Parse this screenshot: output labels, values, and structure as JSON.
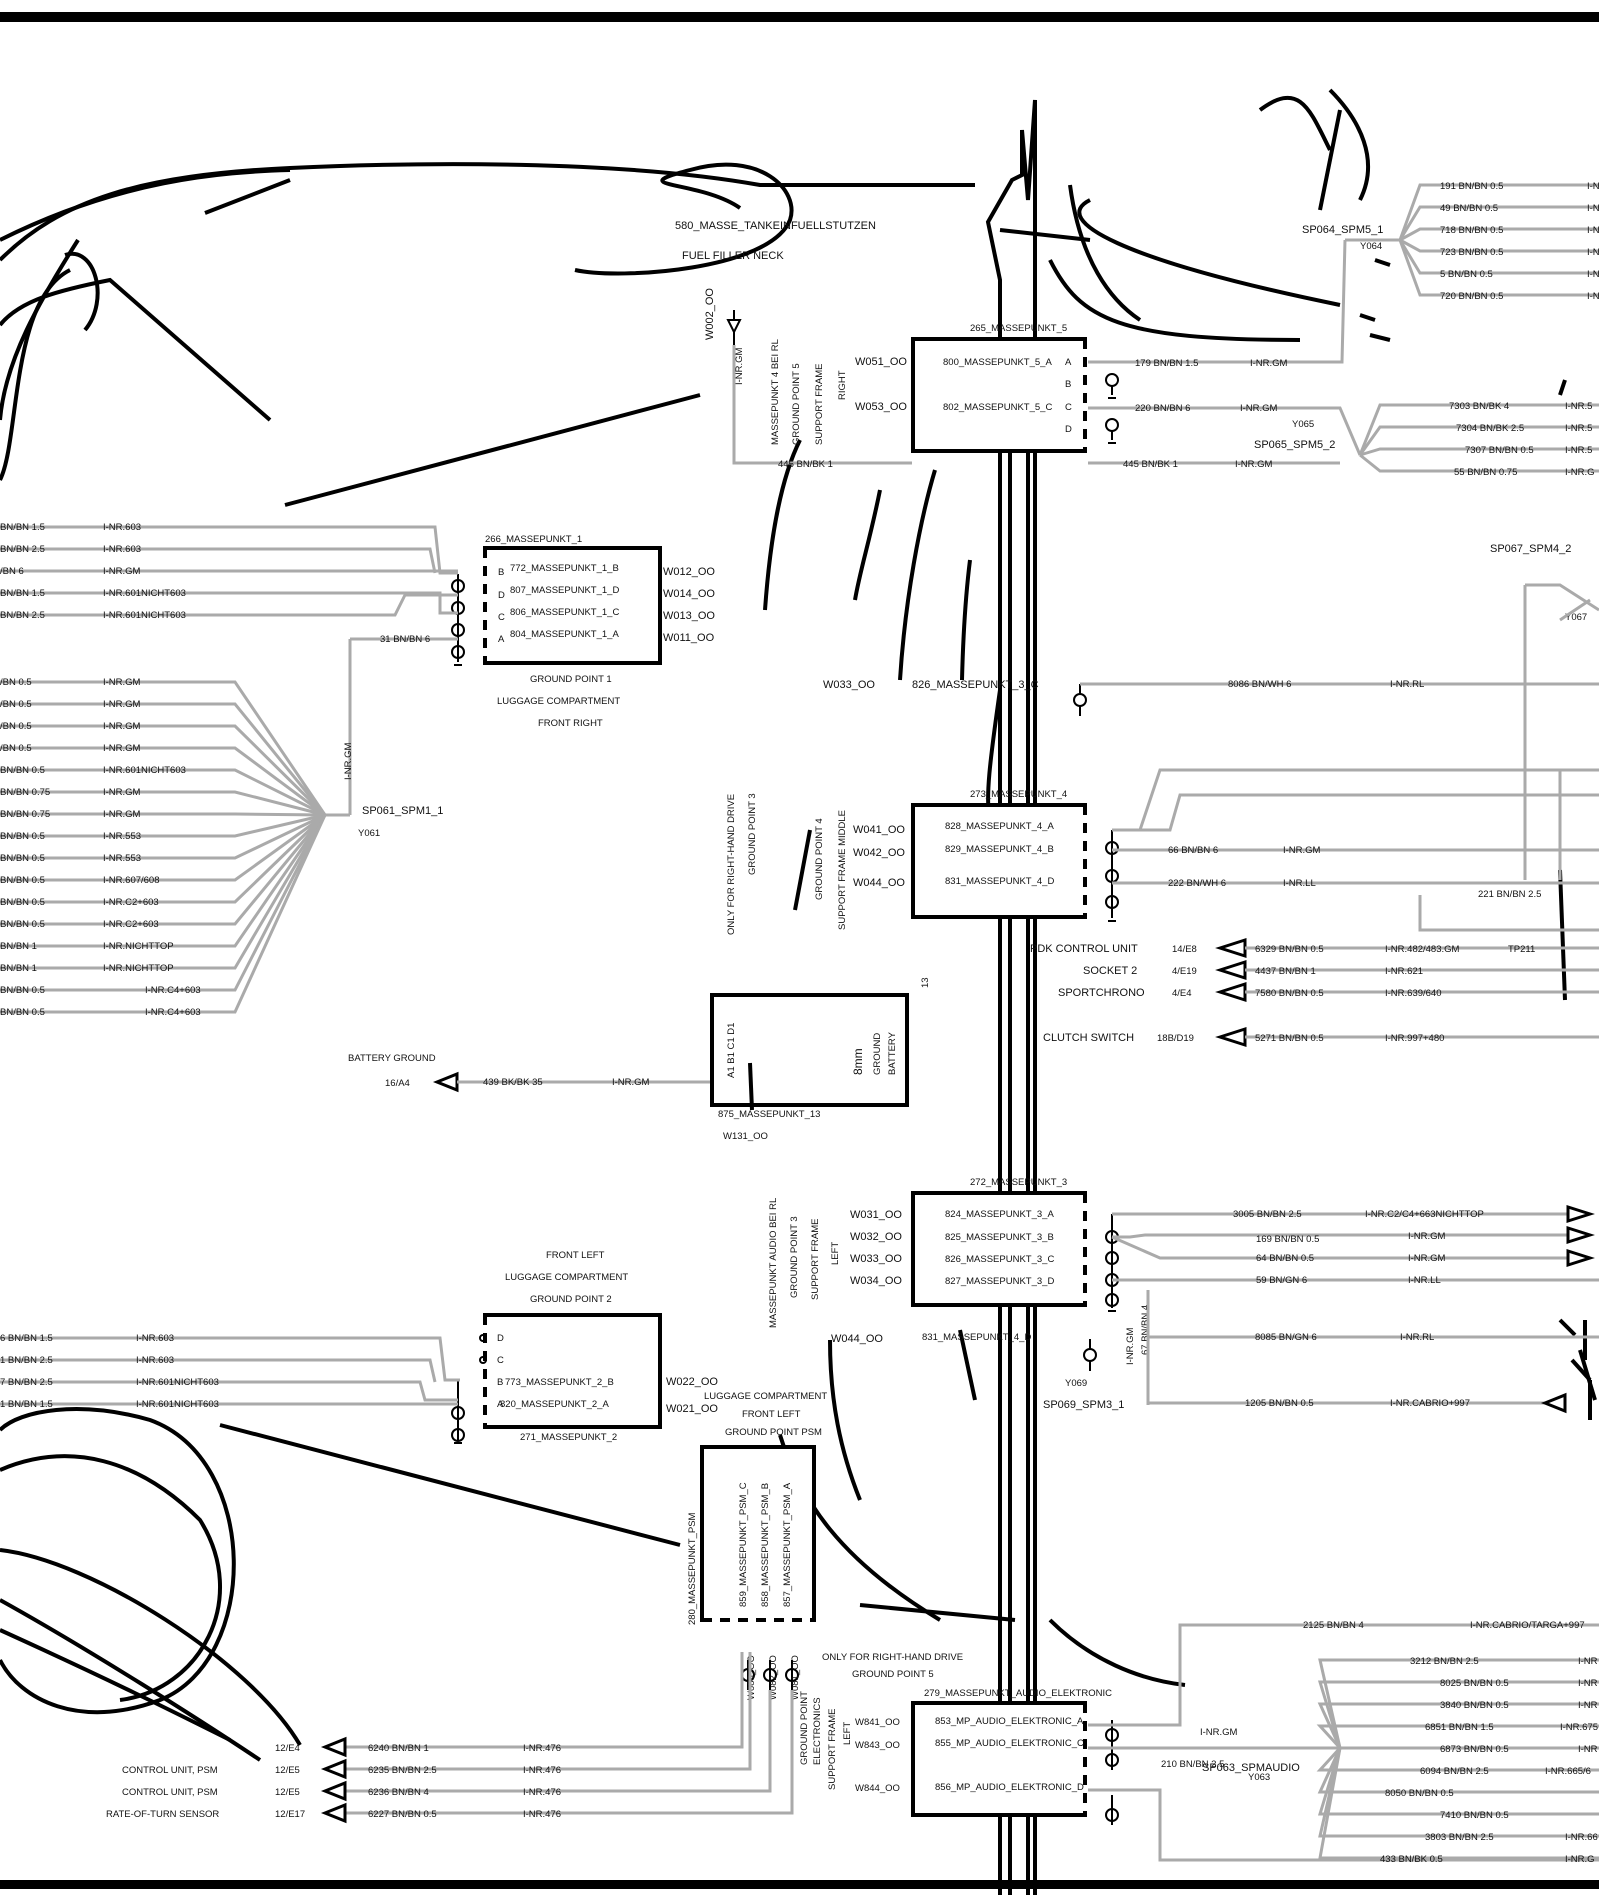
{
  "top_labels": {
    "filler_name": "580_MASSE_TANKEINFUELLSTUTZEN",
    "filler_desc": "FUEL FILLER NECK",
    "w002": "W002_OO",
    "w002_wire": "I-NR.GM",
    "gp5_desc": [
      "MASSEPUNKT 4 BEI RL",
      "GROUND POINT 5",
      "SUPPORT FRAME",
      "RIGHT"
    ],
    "gp5_wire": "445 BN/BK 1"
  },
  "gp5": {
    "title": "265_MASSEPUNKT_5",
    "rows": [
      {
        "w": "W051_OO",
        "name": "800_MASSEPUNKT_5_A",
        "pin": "A"
      },
      {
        "w": "",
        "name": "",
        "pin": "B"
      },
      {
        "w": "W053_OO",
        "name": "802_MASSEPUNKT_5_C",
        "pin": "C"
      },
      {
        "w": "",
        "name": "",
        "pin": "D"
      }
    ],
    "wires": [
      {
        "code": "179 BN/BN 1.5",
        "nr": "I-NR.GM"
      },
      {
        "code": "220 BN/BN 6",
        "nr": "I-NR.GM"
      },
      {
        "code": "445 BN/BK 1",
        "nr": "I-NR.GM"
      }
    ]
  },
  "spm5_1": {
    "name": "SP064_SPM5_1",
    "id": "Y064",
    "wires": [
      "191 BN/BN 0.5",
      "49 BN/BN 0.5",
      "718 BN/BN 0.5",
      "723 BN/BN 0.5",
      "5 BN/BN 0.5",
      "720 BN/BN 0.5"
    ],
    "nr": "I-N"
  },
  "spm5_2": {
    "name": "SP065_SPM5_2",
    "id": "Y065",
    "wires": [
      {
        "code": "7303 BN/BK 4",
        "nr": "I-NR.5"
      },
      {
        "code": "7304 BN/BK 2.5",
        "nr": "I-NR.5"
      },
      {
        "code": "7307 BN/BN 0.5",
        "nr": "I-NR.5"
      },
      {
        "code": "55 BN/BN 0.75",
        "nr": "I-NR.G"
      }
    ]
  },
  "spm4_2": {
    "name": "SP067_SPM4_2",
    "id": "Y067"
  },
  "gp1": {
    "title": "266_MASSEPUNKT_1",
    "rows": [
      {
        "pin": "B",
        "name": "772_MASSEPUNKT_1_B",
        "w": "W012_OO"
      },
      {
        "pin": "D",
        "name": "807_MASSEPUNKT_1_D",
        "w": "W014_OO"
      },
      {
        "pin": "C",
        "name": "806_MASSEPUNKT_1_C",
        "w": "W013_OO"
      },
      {
        "pin": "A",
        "name": "804_MASSEPUNKT_1_A",
        "w": "W011_OO"
      }
    ],
    "desc": [
      "GROUND POINT 1",
      "LUGGAGE COMPARTMENT",
      "FRONT RIGHT"
    ],
    "wire31": "31 BN/BN 6",
    "left_wires": [
      {
        "code": "BN/BN 1.5",
        "nr": "I-NR.603"
      },
      {
        "code": "BN/BN 2.5",
        "nr": "I-NR.603"
      },
      {
        "code": "/BN 6",
        "nr": "I-NR.GM"
      },
      {
        "code": "BN/BN 1.5",
        "nr": "I-NR.601NICHT603"
      },
      {
        "code": "BN/BN 2.5",
        "nr": "I-NR.601NICHT603"
      }
    ]
  },
  "spm1": {
    "name": "SP061_SPM1_1",
    "id": "Y061",
    "trunk": "I-NR.GM",
    "wires": [
      {
        "code": "/BN 0.5",
        "nr": "I-NR.GM"
      },
      {
        "code": "/BN 0.5",
        "nr": "I-NR.GM"
      },
      {
        "code": "/BN 0.5",
        "nr": "I-NR.GM"
      },
      {
        "code": "/BN 0.5",
        "nr": "I-NR.GM"
      },
      {
        "code": "BN/BN 0.5",
        "nr": "I-NR.601NICHT603"
      },
      {
        "code": "BN/BN 0.75",
        "nr": "I-NR.GM"
      },
      {
        "code": "BN/BN 0.75",
        "nr": "I-NR.GM"
      },
      {
        "code": "BN/BN 0.5",
        "nr": "I-NR.553"
      },
      {
        "code": "BN/BN 0.5",
        "nr": "I-NR.553"
      },
      {
        "code": "BN/BN 0.5",
        "nr": "I-NR.607/608"
      },
      {
        "code": "BN/BN 0.5",
        "nr": "I-NR.C2+603"
      },
      {
        "code": "BN/BN 0.5",
        "nr": "I-NR.C2+603"
      },
      {
        "code": "BN/BN 1",
        "nr": "I-NR.NICHTTOP"
      },
      {
        "code": "BN/BN 1",
        "nr": "I-NR.NICHTTOP"
      },
      {
        "code": "BN/BN 0.5",
        "nr": "I-NR.C4+603"
      },
      {
        "code": "BN/BN 0.5",
        "nr": "I-NR.C4+603"
      }
    ]
  },
  "gp3_826": {
    "w": "W033_OO",
    "name": "826_MASSEPUNKT_3_C",
    "code": "8086 BN/WH 6",
    "nr": "I-NR.RL"
  },
  "gp4": {
    "title": "273_MASSEPUNKT_4",
    "desc": [
      "GROUND POINT 4",
      "SUPPORT FRAME  MIDDLE"
    ],
    "rhd": [
      "ONLY FOR RIGHT-HAND DRIVE",
      "GROUND POINT 3"
    ],
    "rows": [
      {
        "w": "W041_OO",
        "name": "828_MASSEPUNKT_4_A"
      },
      {
        "w": "W042_OO",
        "name": "829_MASSEPUNKT_4_B"
      },
      {
        "w": "W044_OO",
        "name": "831_MASSEPUNKT_4_D"
      }
    ],
    "wires": [
      {
        "code": "66 BN/BN 6",
        "nr": "I-NR.GM"
      },
      {
        "code": "222 BN/WH 6",
        "nr": "I-NR.LL"
      },
      {
        "code": "221 BN/BN 2.5",
        "nr": ""
      }
    ]
  },
  "connectors": [
    {
      "label": "PDK CONTROL UNIT",
      "pos": "14/E8",
      "code": "6329 BN/BN 0.5",
      "nr": "I-NR.482/483.GM",
      "tp": "TP211"
    },
    {
      "label": "SOCKET 2",
      "pos": "4/E19",
      "code": "4437 BN/BN 1",
      "nr": "I-NR.621",
      "tp": ""
    },
    {
      "label": "SPORTCHRONO",
      "pos": "4/E4",
      "code": "7580 BN/BN 0.5",
      "nr": "I-NR.639/640",
      "tp": ""
    },
    {
      "label": "CLUTCH SWITCH",
      "pos": "18B/D19",
      "code": "5271 BN/BN 0.5",
      "nr": "I-NR.997+480",
      "tp": ""
    }
  ],
  "battery": {
    "label": "BATTERY GROUND",
    "pos": "16/A4",
    "code": "439 BK/BK 35",
    "nr": "I-NR.GM",
    "pins": "A1 B1 C1 D1",
    "size": "8mm",
    "desc": [
      "GROUND",
      "BATTERY"
    ],
    "num": "13",
    "name": "875_MASSEPUNKT_13",
    "w": "W131_OO"
  },
  "gp3": {
    "title": "272_MASSEPUNKT_3",
    "desc": [
      "MASSEPUNKT AUDIO BEI RL",
      "GROUND POINT 3",
      "SUPPORT FRAME",
      "LEFT"
    ],
    "rows": [
      {
        "w": "W031_OO",
        "name": "824_MASSEPUNKT_3_A"
      },
      {
        "w": "W032_OO",
        "name": "825_MASSEPUNKT_3_B"
      },
      {
        "w": "W033_OO",
        "name": "826_MASSEPUNKT_3_C"
      },
      {
        "w": "W034_OO",
        "name": "827_MASSEPUNKT_3_D"
      }
    ],
    "wires": [
      {
        "code": "3005 BN/BN 2.5",
        "nr": "I-NR.C2/C4+663NICHTTOP"
      },
      {
        "code": "169 BN/BN 0.5",
        "nr": "I-NR.GM"
      },
      {
        "code": "64 BN/BN 0.5",
        "nr": "I-NR.GM"
      },
      {
        "code": "59 BN/GN 6",
        "nr": "I-NR.LL"
      }
    ],
    "w044": "W044_OO",
    "m831": "831_MASSEPUNKT_4_D"
  },
  "spm3": {
    "name": "SP069_SPM3_1",
    "id": "Y069",
    "trunk": "I-NR.GM",
    "trunk2": "67 BN/BN 4",
    "wires": [
      {
        "code": "8085 BN/GN 6",
        "nr": "I-NR.RL"
      },
      {
        "code": "1205 BN/BN 0.5",
        "nr": "I-NR.CABRIO+997"
      }
    ]
  },
  "gp2": {
    "title": "271_MASSEPUNKT_2",
    "desc": [
      "FRONT LEFT",
      "LUGGAGE COMPARTMENT",
      "GROUND POINT 2"
    ],
    "rows": [
      {
        "pin": "D",
        "name": "",
        "w": ""
      },
      {
        "pin": "C",
        "name": "",
        "w": ""
      },
      {
        "pin": "B",
        "name": "773_MASSEPUNKT_2_B",
        "w": "W022_OO"
      },
      {
        "pin": "A",
        "name": "820_MASSEPUNKT_2_A",
        "w": "W021_OO"
      }
    ],
    "left_wires": [
      {
        "code": "6 BN/BN 1.5",
        "nr": "I-NR.603"
      },
      {
        "code": "1 BN/BN 2.5",
        "nr": "I-NR.603"
      },
      {
        "code": "7 BN/BN 2.5",
        "nr": "I-NR.601NICHT603"
      },
      {
        "code": "1 BN/BN 1.5",
        "nr": "I-NR.601NICHT603"
      }
    ]
  },
  "psm": {
    "desc": [
      "LUGGAGE COMPARTMENT",
      "FRONT LEFT",
      "GROUND POINT PSM"
    ],
    "title": "280_MASSEPUNKT_PSM",
    "pins": [
      "859_MASSEPUNKT_PSM_C",
      "858_MASSEPUNKT_PSM_B",
      "857_MASSEPUNKT_PSM_A"
    ],
    "ws": [
      "W083_OO",
      "W082_OO",
      "W081_OO"
    ],
    "wires": [
      {
        "label": "",
        "pos": "12/E4",
        "code": "6240 BN/BN 1",
        "nr": "I-NR.476"
      },
      {
        "label": "CONTROL UNIT, PSM",
        "pos": "12/E5",
        "code": "6235 BN/BN 2.5",
        "nr": "I-NR.476"
      },
      {
        "label": "CONTROL UNIT, PSM",
        "pos": "12/E5",
        "code": "6236 BN/BN 4",
        "nr": "I-NR.476"
      },
      {
        "label": "RATE-OF-TURN SENSOR",
        "pos": "12/E17",
        "code": "6227 BN/BN 0.5",
        "nr": "I-NR.476"
      }
    ]
  },
  "audio": {
    "rhd": [
      "ONLY FOR RIGHT-HAND DRIVE",
      "GROUND POINT 5"
    ],
    "title": "279_MASSEPUNKT_AUDIO_ELEKTRONIC",
    "desc": [
      "GROUND POINT",
      "ELECTRONICS",
      "SUPPORT FRAME",
      "LEFT"
    ],
    "rows": [
      {
        "w": "W841_OO",
        "name": "853_MP_AUDIO_ELEKTRONIC_A"
      },
      {
        "w": "W843_OO",
        "name": "855_MP_AUDIO_ELEKTRONIC_C"
      },
      {
        "w": "W844_OO",
        "name": "856_MP_AUDIO_ELEKTRONIC_D"
      }
    ],
    "top_wire": {
      "code": "2125 BN/BN 4",
      "nr": "I-NR.CABRIO/TARGA+997"
    },
    "trunk": "210 BN/BN 2.5",
    "trunk_nr": "I-NR.GM",
    "splice": "SP063_SPMAUDIO",
    "id": "Y063",
    "wires": [
      {
        "code": "3212 BN/BN 2.5",
        "nr": "I-NR"
      },
      {
        "code": "8025 BN/BN 0.5",
        "nr": "I-NR"
      },
      {
        "code": "3840 BN/BN 0.5",
        "nr": "I-NR"
      },
      {
        "code": "6851 BN/BN 1.5",
        "nr": "I-NR.675"
      },
      {
        "code": "6873 BN/BN 0.5",
        "nr": "I-NR"
      },
      {
        "code": "6094 BN/BN 2.5",
        "nr": "I-NR.665/6"
      },
      {
        "code": "8050 BN/BN 0.5",
        "nr": ""
      },
      {
        "code": "7410 BN/BN 0.5",
        "nr": ""
      },
      {
        "code": "3803 BN/BN 2.5",
        "nr": "I-NR.66"
      },
      {
        "code": "433 BN/BK 0.5",
        "nr": "I-NR.G"
      }
    ]
  }
}
